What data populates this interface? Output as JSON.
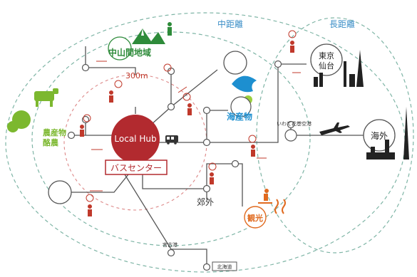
{
  "zones": {
    "middle_distance": "中距離",
    "long_distance": "長距離",
    "radius_300m": "300m"
  },
  "hub": {
    "name": "Local Hub",
    "caption": "バスセンター"
  },
  "nodes": {
    "mountain_area": "中山間地域",
    "agriculture": "農産物\n酪農",
    "seafood": "海産物",
    "tokyo_sendai": "東京\n仙台",
    "overseas": "海外",
    "airport": "いわて花巻空港",
    "suburb": "郊外",
    "tourism": "観光",
    "miyako_port": "宮古港",
    "hokkaido": "北海道"
  },
  "colors": {
    "hub_red": "#b22a2f",
    "mountain_green": "#2e8b3a",
    "agri_green": "#7cb82f",
    "sea_blue": "#1d8fd0",
    "tourism_orange": "#e06a1f",
    "zone_dash": "#7fb5a6",
    "person_red": "#c0392b"
  }
}
